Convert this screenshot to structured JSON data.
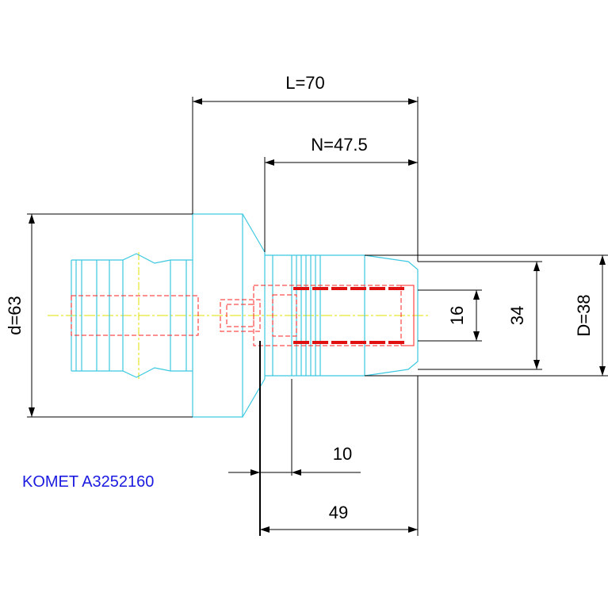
{
  "title": "KOMET A3252160",
  "colors": {
    "outline": "#3cc8e0",
    "hidden": "#ff2020",
    "thread": "#e01010",
    "center": "#e0e000",
    "dimension": "#000000",
    "title": "#1a1ae0"
  },
  "dimensions": {
    "L": "L=70",
    "N": "N=47.5",
    "d": "d=63",
    "D": "D=38",
    "d34": "34",
    "d16": "16",
    "d10": "10",
    "d49": "49"
  }
}
